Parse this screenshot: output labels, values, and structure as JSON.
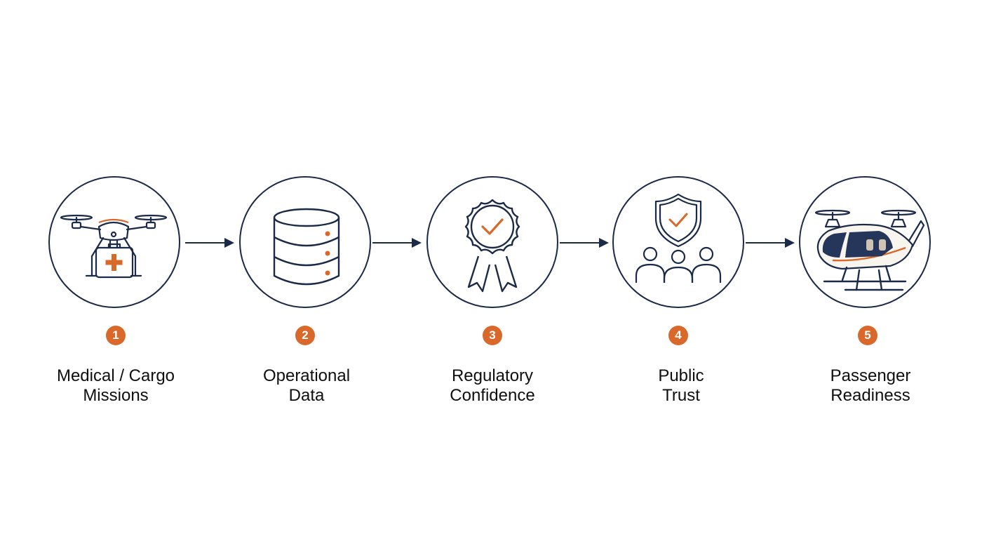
{
  "colors": {
    "navy": "#1b2a47",
    "orange": "#d9692a",
    "text": "#0f0f0f"
  },
  "steps": [
    {
      "number": "1",
      "label_line1": "Medical / Cargo",
      "label_line2": "Missions",
      "icon": "medical-drone-icon"
    },
    {
      "number": "2",
      "label_line1": "Operational",
      "label_line2": "Data",
      "icon": "database-icon"
    },
    {
      "number": "3",
      "label_line1": "Regulatory",
      "label_line2": "Confidence",
      "icon": "certification-badge-icon"
    },
    {
      "number": "4",
      "label_line1": "Public",
      "label_line2": "Trust",
      "icon": "shield-people-icon"
    },
    {
      "number": "5",
      "label_line1": "Passenger",
      "label_line2": "Readiness",
      "icon": "passenger-evtol-icon"
    }
  ]
}
